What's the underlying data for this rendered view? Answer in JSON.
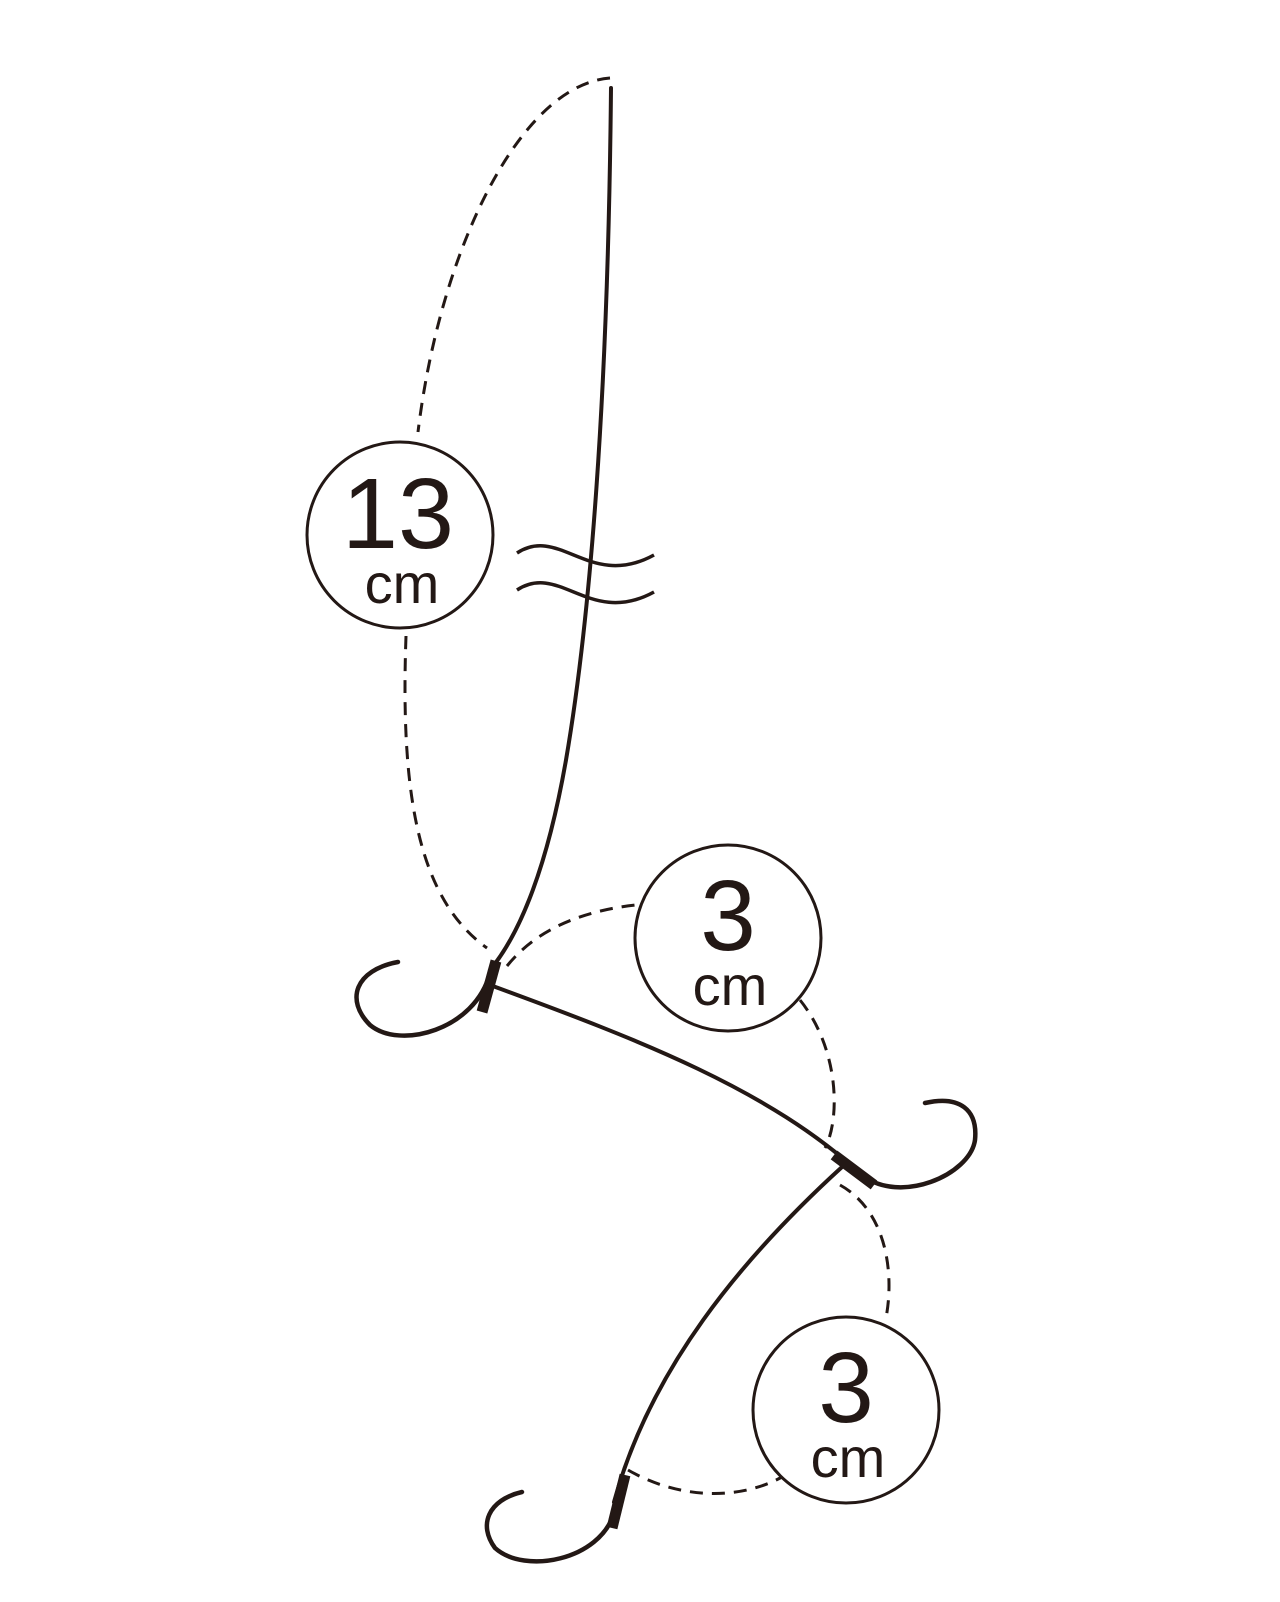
{
  "diagram": {
    "colors": {
      "line": "#231815",
      "background": "#ffffff"
    },
    "labels": [
      {
        "value": "13",
        "unit": "cm"
      },
      {
        "value": "3",
        "unit": "cm"
      },
      {
        "value": "3",
        "unit": "cm"
      }
    ]
  }
}
